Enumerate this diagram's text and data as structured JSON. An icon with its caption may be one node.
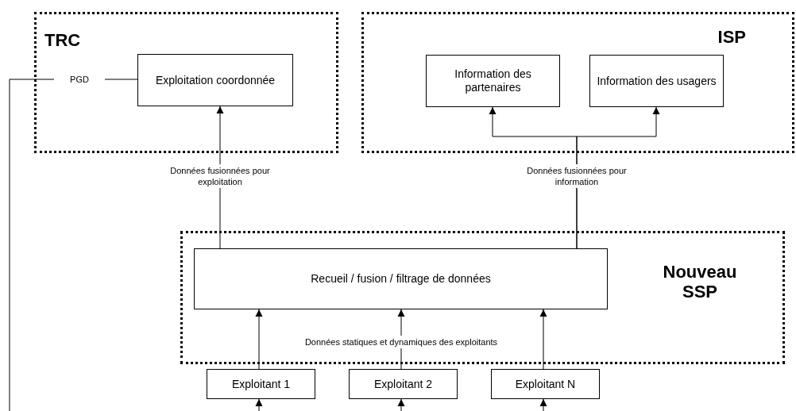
{
  "diagram": {
    "nodes": [
      {
        "text": [
          "TRC"
        ]
      },
      {
        "text": [
          "PGD"
        ],
        "in": 0
      },
      {
        "text": [
          "Exploitation coordonnée"
        ],
        "in": 0
      },
      {
        "text": [
          "ISP"
        ]
      },
      {
        "text": [
          "Information des partenaires"
        ],
        "in": 3
      },
      {
        "text": [
          "Information des usagers"
        ],
        "in": 3
      },
      {
        "text": [
          "Nouveau SSP"
        ]
      },
      {
        "text": [
          "Recueil / fusion / filtrage de données"
        ],
        "in": 6
      },
      {
        "text": [
          "Exploitant 1"
        ]
      },
      {
        "text": [
          "Exploitant 2"
        ]
      },
      {
        "text": [
          "Exploitant N"
        ]
      }
    ],
    "edges": [
      {
        "from": 7,
        "to": 2,
        "arrow": "to",
        "label": "Données fusionnées pour exploitation"
      },
      {
        "from": 7,
        "to": 4,
        "arrow": "to",
        "label": "Données fusionnées pour information"
      },
      {
        "from": 7,
        "to": 5,
        "arrow": "to"
      },
      {
        "from": 1,
        "to": 2,
        "arrow": "none"
      },
      {
        "from": null,
        "to": 1,
        "arrow": "none"
      },
      {
        "from": 8,
        "to": 7,
        "arrow": "to"
      },
      {
        "from": 9,
        "to": 7,
        "arrow": "to",
        "label": "Données statiques et dynamiques des exploitants"
      },
      {
        "from": 10,
        "to": 7,
        "arrow": "to"
      },
      {
        "from": null,
        "to": 8,
        "arrow": "to"
      },
      {
        "from": null,
        "to": 9,
        "arrow": "to"
      },
      {
        "from": null,
        "to": 10,
        "arrow": "to"
      }
    ]
  }
}
